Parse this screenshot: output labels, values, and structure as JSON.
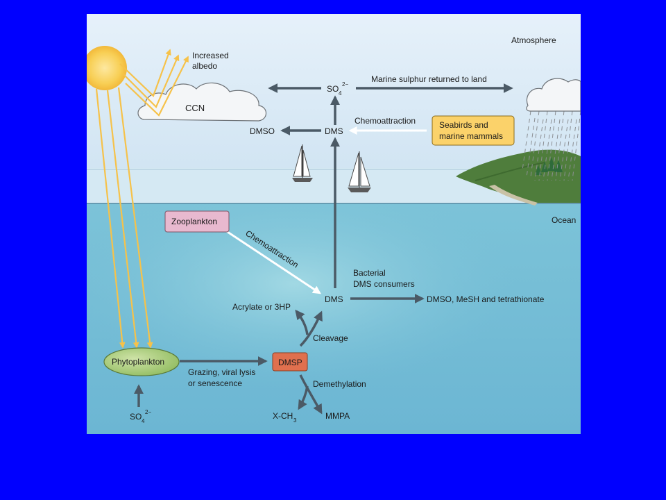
{
  "labels": {
    "atmosphere": "Atmosphere",
    "ocean": "Ocean",
    "increased_albedo_1": "Increased",
    "increased_albedo_2": "albedo",
    "ccn": "CCN",
    "so4_top": "SO",
    "so4_top_sub": "4",
    "so4_top_sup": "2−",
    "so4_bottom": "SO",
    "so4_bottom_sub": "4",
    "so4_bottom_sup": "2−",
    "marine_sulphur": "Marine sulphur returned to land",
    "dmso_air": "DMSO",
    "dms_air": "DMS",
    "chemoattraction_air": "Chemoattraction",
    "seabirds_1": "Seabirds and",
    "seabirds_2": "marine mammals",
    "zooplankton": "Zooplankton",
    "chemoattraction_sea": "Chemoattraction",
    "bacterial_1": "Bacterial",
    "bacterial_2": "DMS consumers",
    "dms_sea": "DMS",
    "dmso_products": "DMSO, MeSH and tetrathionate",
    "acrylate": "Acrylate or 3HP",
    "cleavage": "Cleavage",
    "phytoplankton": "Phytoplankton",
    "grazing_1": "Grazing, viral lysis",
    "grazing_2": "or senescence",
    "dmsp": "DMSP",
    "demethylation": "Demethylation",
    "xch3": "X-CH",
    "xch3_sub": "3",
    "mmpa": "MMPA"
  },
  "colors": {
    "slide_background": "#0000ff",
    "sky_top": "#e6f1fa",
    "sky_bottom": "#cfe3f2",
    "ocean": "#7cc3d8",
    "arrow_dark": "#4b5a66",
    "sun": "#f6c645",
    "sun_rays": "#f6c24a",
    "seabirds_box": "#fbd26a",
    "zooplankton_box": "#e8b9cf",
    "dmsp_box": "#e0704e",
    "phytoplankton": "#a8c979",
    "land": "#4f7d3c"
  }
}
